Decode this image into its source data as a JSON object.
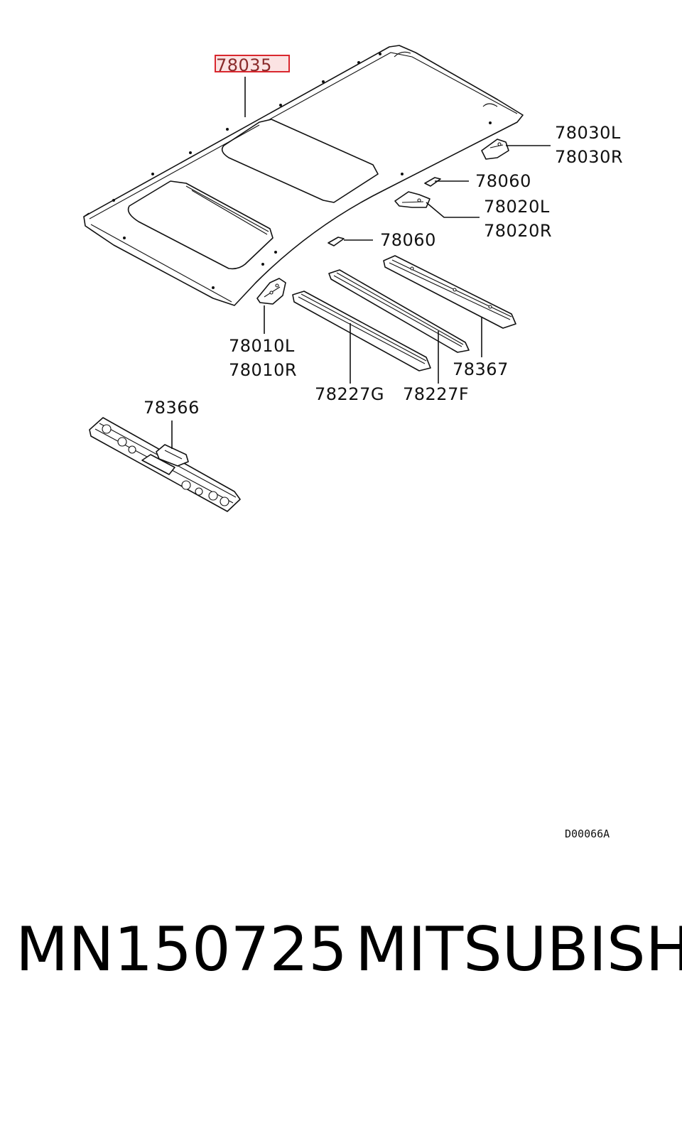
{
  "diagram": {
    "highlighted_part": "78035",
    "labels": {
      "roof_panel": "78035",
      "rear_bracket_l": "78030L",
      "rear_bracket_r": "78030R",
      "clip_upper": "78060",
      "mid_bracket_l": "78020L",
      "mid_bracket_r": "78020R",
      "clip_lower": "78060",
      "front_bracket_l": "78010L",
      "front_bracket_r": "78010R",
      "rear_bow": "78367",
      "bow_g": "78227G",
      "bow_f": "78227F",
      "front_header": "78366"
    },
    "drawing_code": "D00066A",
    "highlight_colors": {
      "box_fill": "#fbe3e3",
      "box_stroke": "#d9272e"
    }
  },
  "caption": {
    "part_number": "MN150725",
    "brand": "MITSUBISHI"
  }
}
